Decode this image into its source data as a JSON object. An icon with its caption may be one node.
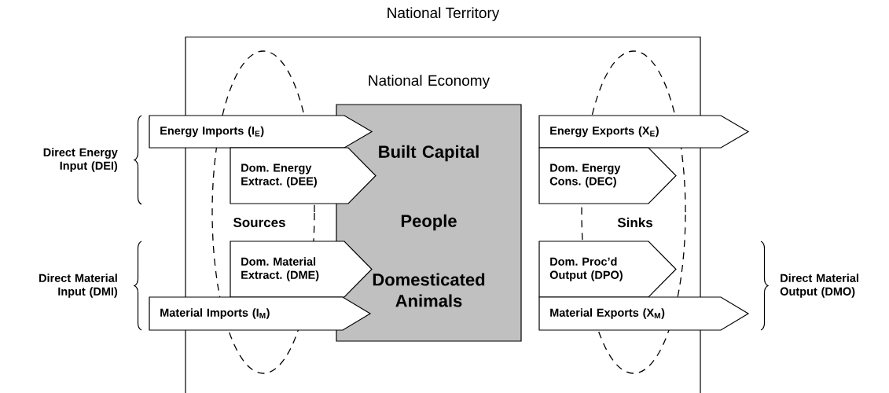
{
  "diagram": {
    "nodes": [
      {
        "text": [
          "National Territory"
        ]
      },
      {
        "text": [
          "National Economy",
          "Built Capital",
          "People",
          "Domesticated Animals"
        ],
        "in": 0
      },
      {
        "text": [
          "Sources"
        ],
        "in": 0
      },
      {
        "text": [
          "Sinks"
        ],
        "in": 0
      },
      {
        "text": [
          "Energy Imports (I$_{E}$)"
        ]
      },
      {
        "text": [
          "Dom. Energy Extract. (DEE)"
        ],
        "in": 0
      },
      {
        "text": [
          "Dom. Material Extract. (DME)"
        ],
        "in": 0
      },
      {
        "text": [
          "Material Imports (I$_{M}$)"
        ]
      },
      {
        "text": [
          "Energy Exports (X$_{E}$)"
        ]
      },
      {
        "text": [
          "Dom. Energy Cons. (DEC)"
        ],
        "in": 0
      },
      {
        "text": [
          "Dom. Proc’d Output (DPO)"
        ],
        "in": 0
      },
      {
        "text": [
          "Material Exports (X$_{M}$)"
        ]
      }
    ],
    "labels": [
      "Direct Energy Input (DEI)",
      "Direct Material Input (DMI)",
      "Direct Material Output (DMO)"
    ]
  }
}
